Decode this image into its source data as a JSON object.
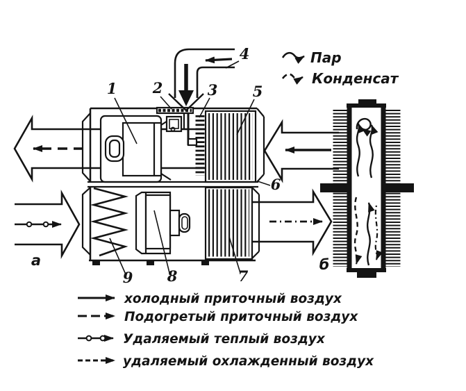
{
  "colors": {
    "ink": "#141414",
    "paper": "#ffffff"
  },
  "parts": {
    "n1": "1",
    "n2": "2",
    "n3": "3",
    "n4": "4",
    "n5": "5",
    "n6": "6",
    "n7": "7",
    "n8": "8",
    "n9": "9"
  },
  "views": {
    "a": "а",
    "b": "б"
  },
  "steam_legend": {
    "steam": "Пар",
    "condensate": "Конденсат"
  },
  "air_legend": {
    "items": [
      {
        "line_style": "solid",
        "label": "холодный приточный воздух"
      },
      {
        "line_style": "dashed",
        "label": "Подогретый приточный воздух"
      },
      {
        "line_style": "circle-dot",
        "label": "Удаляемый теплый воздух"
      },
      {
        "line_style": "dash-dot",
        "label": "удаляемый охлажденный воздух"
      }
    ]
  }
}
